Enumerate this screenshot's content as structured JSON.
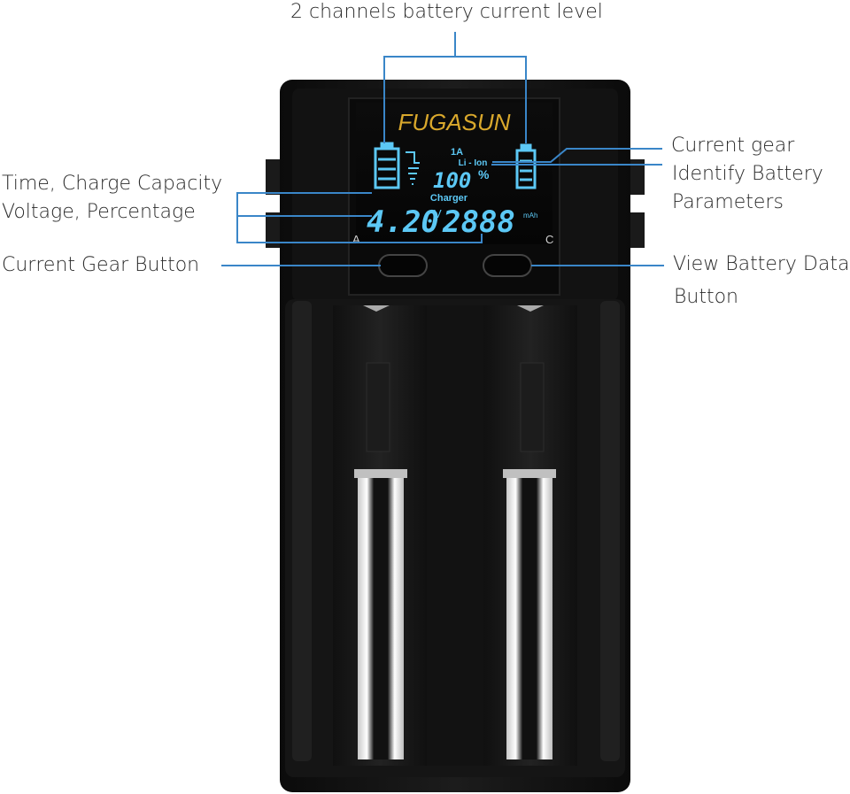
{
  "callouts": {
    "channels": "2 channels battery current level",
    "current_gear": "Current gear",
    "identify": "Identify Battery",
    "parameters": "Parameters",
    "time_capacity": "Time, Charge Capacity",
    "voltage_percentage": "Voltage, Percentage",
    "current_gear_button": "Current Gear Button",
    "view_battery_data": "View Battery Data",
    "button": "Button"
  },
  "device": {
    "brand": "FUGASUN",
    "lcd": {
      "current": "1A",
      "battery_type": "Li - Ion",
      "percent": "100",
      "percent_unit": "%",
      "mode": "Charger",
      "voltage": "4.20",
      "voltage_unit": "V",
      "capacity": "2888",
      "capacity_unit": "mAh"
    },
    "button_a_label": "A",
    "button_c_label": "C"
  },
  "colors": {
    "lcd_glow": "#5cc8f5",
    "callout_line": "#3a86c8",
    "brand_gold": "#d9a82c",
    "body": "#141414"
  }
}
